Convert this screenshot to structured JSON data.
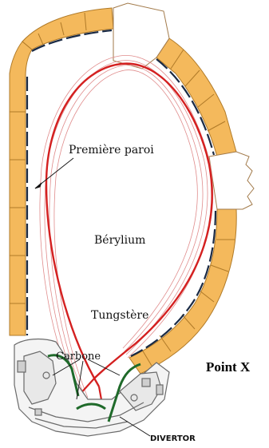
{
  "labels": {
    "premiere_paroi": "Première paroi",
    "beryllium": "Bérylium",
    "tungstene": "Tungstère",
    "carbone": "Carbone",
    "point_x": "Point X",
    "divertor": "DIVERTOR"
  },
  "colors": {
    "tile_fill": "#f4b95c",
    "tile_edge": "#b07a28",
    "wall_dark": "#1a2a44",
    "separatrix": "#d42020",
    "field_lines": "#e08c8c",
    "carbon": "#1f6a2a",
    "port_outline": "#a27a4a",
    "divertor_gray": "#6a6a6a"
  }
}
